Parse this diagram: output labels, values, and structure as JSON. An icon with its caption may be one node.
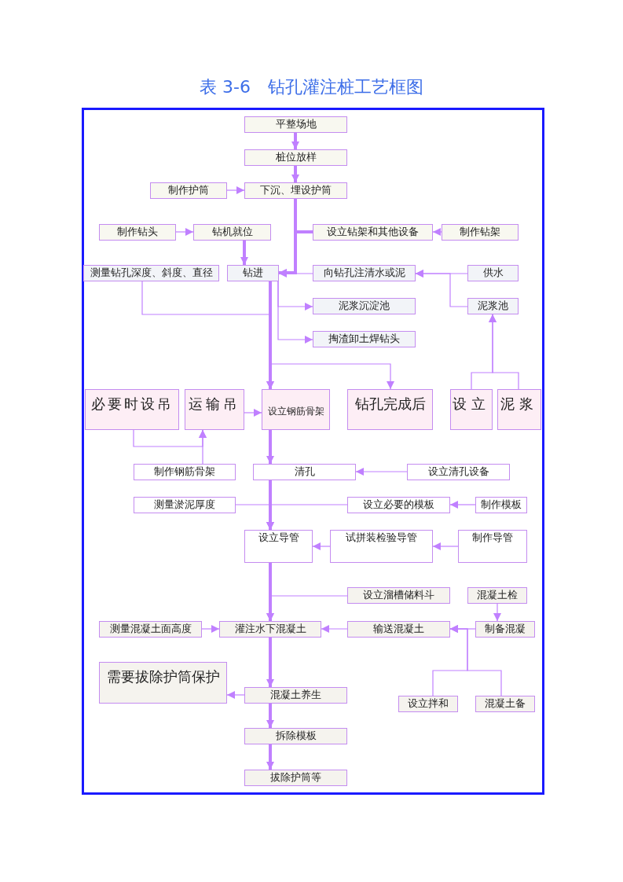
{
  "diagram": {
    "title": "表 3-6　钻孔灌注桩工艺框图",
    "nodes": [
      {
        "text": [
          "平整场地"
        ]
      },
      {
        "text": [
          "桩位放样"
        ]
      },
      {
        "text": [
          "制作护筒"
        ]
      },
      {
        "text": [
          "下沉、埋设护筒"
        ]
      },
      {
        "text": [
          "制作钻头"
        ]
      },
      {
        "text": [
          "钻机就位"
        ]
      },
      {
        "text": [
          "设立钻架和其他设备"
        ]
      },
      {
        "text": [
          "制作钻架"
        ]
      },
      {
        "text": [
          "测量钻孔深度、斜度、直径"
        ]
      },
      {
        "text": [
          "钻进"
        ]
      },
      {
        "text": [
          "向钻孔注清水或泥"
        ]
      },
      {
        "text": [
          "供水"
        ]
      },
      {
        "text": [
          "泥浆沉淀池"
        ]
      },
      {
        "text": [
          "泥浆池"
        ]
      },
      {
        "text": [
          "掏渣卸土焊钻头"
        ]
      },
      {
        "text": [
          "必要时设吊"
        ]
      },
      {
        "text": [
          "运输吊"
        ]
      },
      {
        "text": [
          "设立钢筋骨架"
        ]
      },
      {
        "text": [
          "钻孔完成后"
        ]
      },
      {
        "text": [
          "设立"
        ]
      },
      {
        "text": [
          "泥浆"
        ]
      },
      {
        "text": [
          "制作钢筋骨架"
        ]
      },
      {
        "text": [
          "清孔"
        ]
      },
      {
        "text": [
          "设立清孔设备"
        ]
      },
      {
        "text": [
          "测量淤泥厚度"
        ]
      },
      {
        "text": [
          "设立必要的模板"
        ]
      },
      {
        "text": [
          "制作模板"
        ]
      },
      {
        "text": [
          "设立导管"
        ]
      },
      {
        "text": [
          "试拼装检验导管"
        ]
      },
      {
        "text": [
          "制作导管"
        ]
      },
      {
        "text": [
          "设立溜槽储料斗"
        ]
      },
      {
        "text": [
          "混凝土检"
        ]
      },
      {
        "text": [
          "测量混凝土面高度"
        ]
      },
      {
        "text": [
          "灌注水下混凝土"
        ]
      },
      {
        "text": [
          "输送混凝土"
        ]
      },
      {
        "text": [
          "制备混凝"
        ]
      },
      {
        "text": [
          "需要拔除护筒保护"
        ]
      },
      {
        "text": [
          "混凝土养生"
        ]
      },
      {
        "text": [
          "设立拌和"
        ]
      },
      {
        "text": [
          "混凝土备"
        ]
      },
      {
        "text": [
          "拆除模板"
        ]
      },
      {
        "text": [
          "拔除护筒等"
        ]
      }
    ],
    "edges": [
      {
        "from": 0,
        "to": 1,
        "arrow": "to",
        "style": "thick"
      },
      {
        "from": 1,
        "to": 3,
        "arrow": "to",
        "style": "thick"
      },
      {
        "from": 2,
        "to": 3,
        "arrow": "to"
      },
      {
        "from": 3,
        "to": 9,
        "arrow": "to",
        "style": "thick"
      },
      {
        "from": 4,
        "to": 5,
        "arrow": "to"
      },
      {
        "from": 5,
        "to": 9,
        "arrow": "to",
        "style": "thick"
      },
      {
        "from": 7,
        "to": 6,
        "arrow": "to"
      },
      {
        "from": 6,
        "to": 9,
        "arrow": "to",
        "style": "thick"
      },
      {
        "from": 11,
        "to": 10,
        "arrow": "to"
      },
      {
        "from": 13,
        "to": 10,
        "arrow": "to"
      },
      {
        "from": 10,
        "to": 9,
        "arrow": "to"
      },
      {
        "from": 9,
        "to": 12,
        "arrow": "to"
      },
      {
        "from": 9,
        "to": 14,
        "arrow": "to"
      },
      {
        "from": 8,
        "to": 17,
        "arrow": "to"
      },
      {
        "from": 9,
        "to": 17,
        "arrow": "to",
        "style": "thick"
      },
      {
        "from": 9,
        "to": 18,
        "arrow": "to"
      },
      {
        "from": 19,
        "to": 13,
        "arrow": "to"
      },
      {
        "from": 20,
        "to": 13,
        "arrow": "to"
      },
      {
        "from": 15,
        "to": 16,
        "arrow": "to"
      },
      {
        "from": 21,
        "to": 16,
        "arrow": "to"
      },
      {
        "from": 16,
        "to": 17,
        "arrow": "to"
      },
      {
        "from": 17,
        "to": 22,
        "arrow": "to",
        "style": "thick"
      },
      {
        "from": 23,
        "to": 22,
        "arrow": "to"
      },
      {
        "from": 22,
        "to": 27,
        "arrow": "to",
        "style": "thick"
      },
      {
        "from": 24,
        "to": 27,
        "arrow": "to"
      },
      {
        "from": 25,
        "to": 27,
        "arrow": "to"
      },
      {
        "from": 26,
        "to": 25,
        "arrow": "to"
      },
      {
        "from": 28,
        "to": 27,
        "arrow": "to"
      },
      {
        "from": 29,
        "to": 28,
        "arrow": "to"
      },
      {
        "from": 27,
        "to": 33,
        "arrow": "to",
        "style": "thick"
      },
      {
        "from": 30,
        "to": 33,
        "arrow": "to"
      },
      {
        "from": 31,
        "to": 35,
        "arrow": "to"
      },
      {
        "from": 35,
        "to": 34,
        "arrow": "to"
      },
      {
        "from": 38,
        "to": 34,
        "arrow": "to"
      },
      {
        "from": 39,
        "to": 34,
        "arrow": "to"
      },
      {
        "from": 34,
        "to": 33,
        "arrow": "to"
      },
      {
        "from": 32,
        "to": 33,
        "arrow": "to"
      },
      {
        "from": 33,
        "to": 37,
        "arrow": "to",
        "style": "thick"
      },
      {
        "from": 37,
        "to": 36,
        "arrow": "to"
      },
      {
        "from": 37,
        "to": 40,
        "arrow": "to",
        "style": "thick"
      },
      {
        "from": 40,
        "to": 41,
        "arrow": "to",
        "style": "thick"
      }
    ]
  }
}
